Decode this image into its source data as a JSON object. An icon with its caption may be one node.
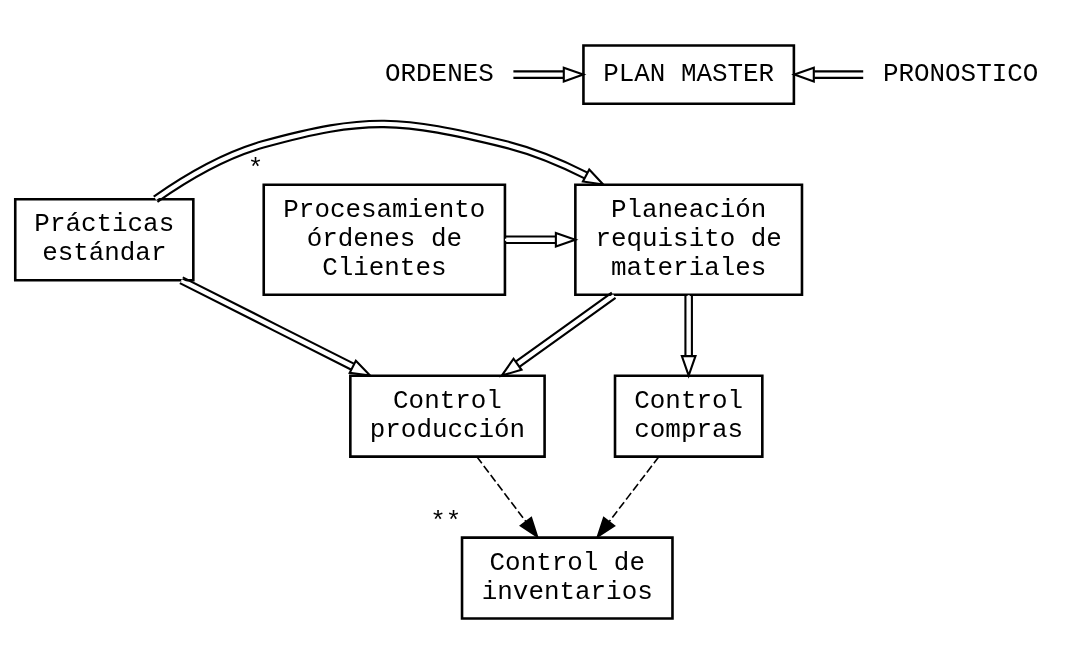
{
  "diagram": {
    "nodes": [
      {
        "text": [
          "ORDENES"
        ]
      },
      {
        "text": [
          "PLAN MASTER"
        ]
      },
      {
        "text": [
          "PRONOSTICO"
        ]
      },
      {
        "text": [
          "Procesamiento órdenes de Clientes"
        ],
        "beside": [
          "*"
        ]
      },
      {
        "text": [
          "Planeación requisito de materiales"
        ]
      },
      {
        "text": [
          "Prácticas estándar"
        ]
      },
      {
        "text": [
          "Control compras"
        ]
      },
      {
        "text": [
          "Control producción"
        ]
      },
      {
        "text": [
          "Control de inventarios"
        ],
        "beside": [
          "**"
        ]
      }
    ],
    "edges": [
      {
        "from": 0,
        "to": 1,
        "arrow": "to"
      },
      {
        "from": 2,
        "to": 1,
        "arrow": "to"
      },
      {
        "from": 3,
        "to": 4,
        "arrow": "to"
      },
      {
        "from": 5,
        "to": 4,
        "arrow": "to"
      },
      {
        "from": 4,
        "to": 6,
        "arrow": "to"
      },
      {
        "from": 4,
        "to": 7,
        "arrow": "to"
      },
      {
        "from": 5,
        "to": 7,
        "arrow": "to"
      },
      {
        "from": 6,
        "to": 8,
        "arrow": "to",
        "style": "dashed"
      },
      {
        "from": 7,
        "to": 8,
        "arrow": "to",
        "style": "dashed"
      }
    ]
  }
}
